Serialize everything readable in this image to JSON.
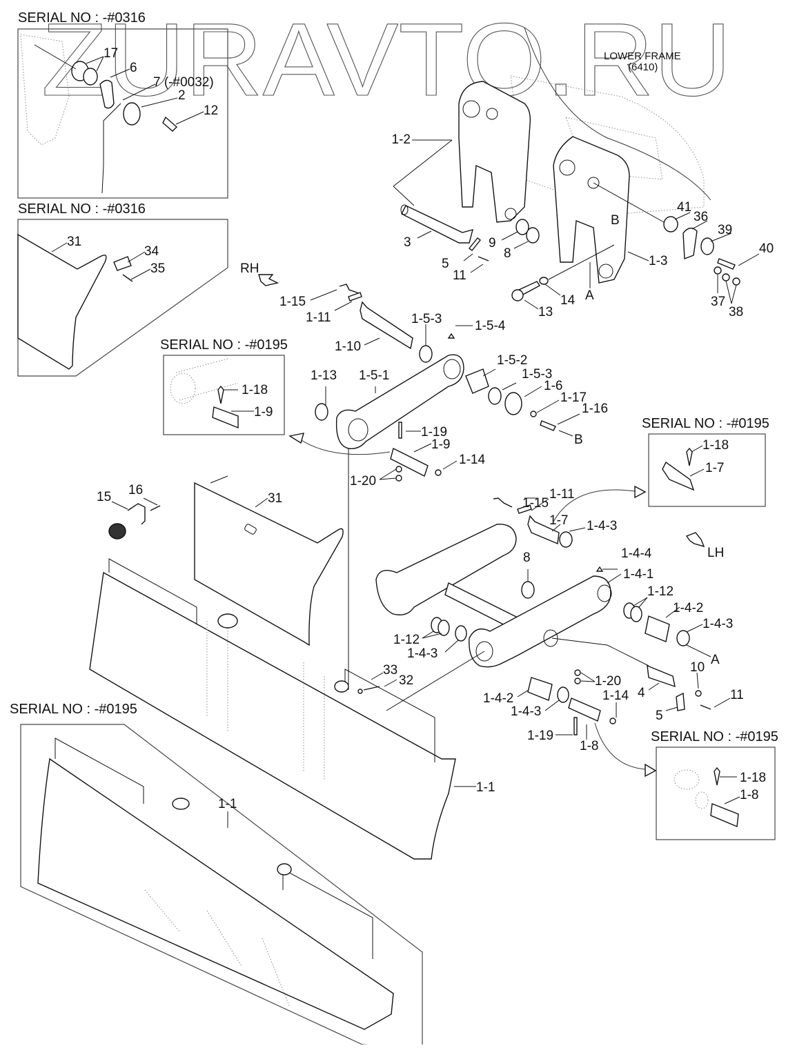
{
  "watermark": "ZURAVTO.RU",
  "lower_frame": {
    "title": "LOWER FRAME",
    "code": "(6410)"
  },
  "directions": {
    "rh": "RH",
    "lh": "LH"
  },
  "insets": [
    {
      "id": "inset-top-left",
      "serial": "SERIAL NO : -#0316"
    },
    {
      "id": "inset-left-mid",
      "serial": "SERIAL NO : -#0316"
    },
    {
      "id": "inset-rh-pin",
      "serial": "SERIAL NO : -#0195"
    },
    {
      "id": "inset-right-pin",
      "serial": "SERIAL NO : -#0195"
    },
    {
      "id": "inset-bottom-right-pin",
      "serial": "SERIAL NO : -#0195"
    },
    {
      "id": "inset-bottom-blade",
      "serial": "SERIAL NO : -#0195"
    }
  ],
  "labels": {
    "tl_17": "17",
    "tl_6": "6",
    "tl_7": "7 (-#0032)",
    "tl_2": "2",
    "tl_12": "12",
    "ml_31": "31",
    "ml_34": "34",
    "ml_35": "35",
    "p1_2": "1-2",
    "p3": "3",
    "p9": "9",
    "p8": "8",
    "p5": "5",
    "p11": "11",
    "p41": "41",
    "p36": "36",
    "p39": "39",
    "p40": "40",
    "pB1": "B",
    "p1_3": "1-3",
    "pA1": "A",
    "p14": "14",
    "p13": "13",
    "p37": "37",
    "p38": "38",
    "p1_15a": "1-15",
    "p1_11a": "1-11",
    "p1_10": "1-10",
    "p1_5_3a": "1-5-3",
    "p1_5_4": "1-5-4",
    "p1_5_2": "1-5-2",
    "p1_5_3b": "1-5-3",
    "p1_6": "1-6",
    "p1_17": "1-17",
    "p1_16": "1-16",
    "pB2": "B",
    "p1_13": "1-13",
    "p1_5_1": "1-5-1",
    "p1_19a": "1-19",
    "p1_9": "1-9",
    "p1_14a": "1-14",
    "p1_20a": "1-20",
    "rh_1_18": "1-18",
    "rh_1_9": "1-9",
    "p15": "15",
    "p16": "16",
    "p31": "31",
    "p1_15b": "1-15",
    "p1_11b": "1-11",
    "p1_7": "1-7",
    "p1_4_3a": "1-4-3",
    "p1_4_4": "1-4-4",
    "rp_1_18": "1-18",
    "rp_1_7": "1-7",
    "p8b": "8",
    "p1_4_1": "1-4-1",
    "p1_12a": "1-12",
    "p1_4_2a": "1-4-2",
    "p1_4_3b": "1-4-3",
    "pA2": "A",
    "p1_12b": "1-12",
    "p1_4_3c": "1-4-3",
    "p33": "33",
    "p32": "32",
    "p1_20b": "1-20",
    "p1_14b": "1-14",
    "p4": "4",
    "p10": "10",
    "p11b": "11",
    "p5b": "5",
    "p1_4_2b": "1-4-2",
    "p1_4_3d": "1-4-3",
    "p1_19b": "1-19",
    "p1_8": "1-8",
    "br_1_18": "1-18",
    "br_1_8": "1-8",
    "p1_1a": "1-1",
    "p1_1b": "1-1"
  }
}
